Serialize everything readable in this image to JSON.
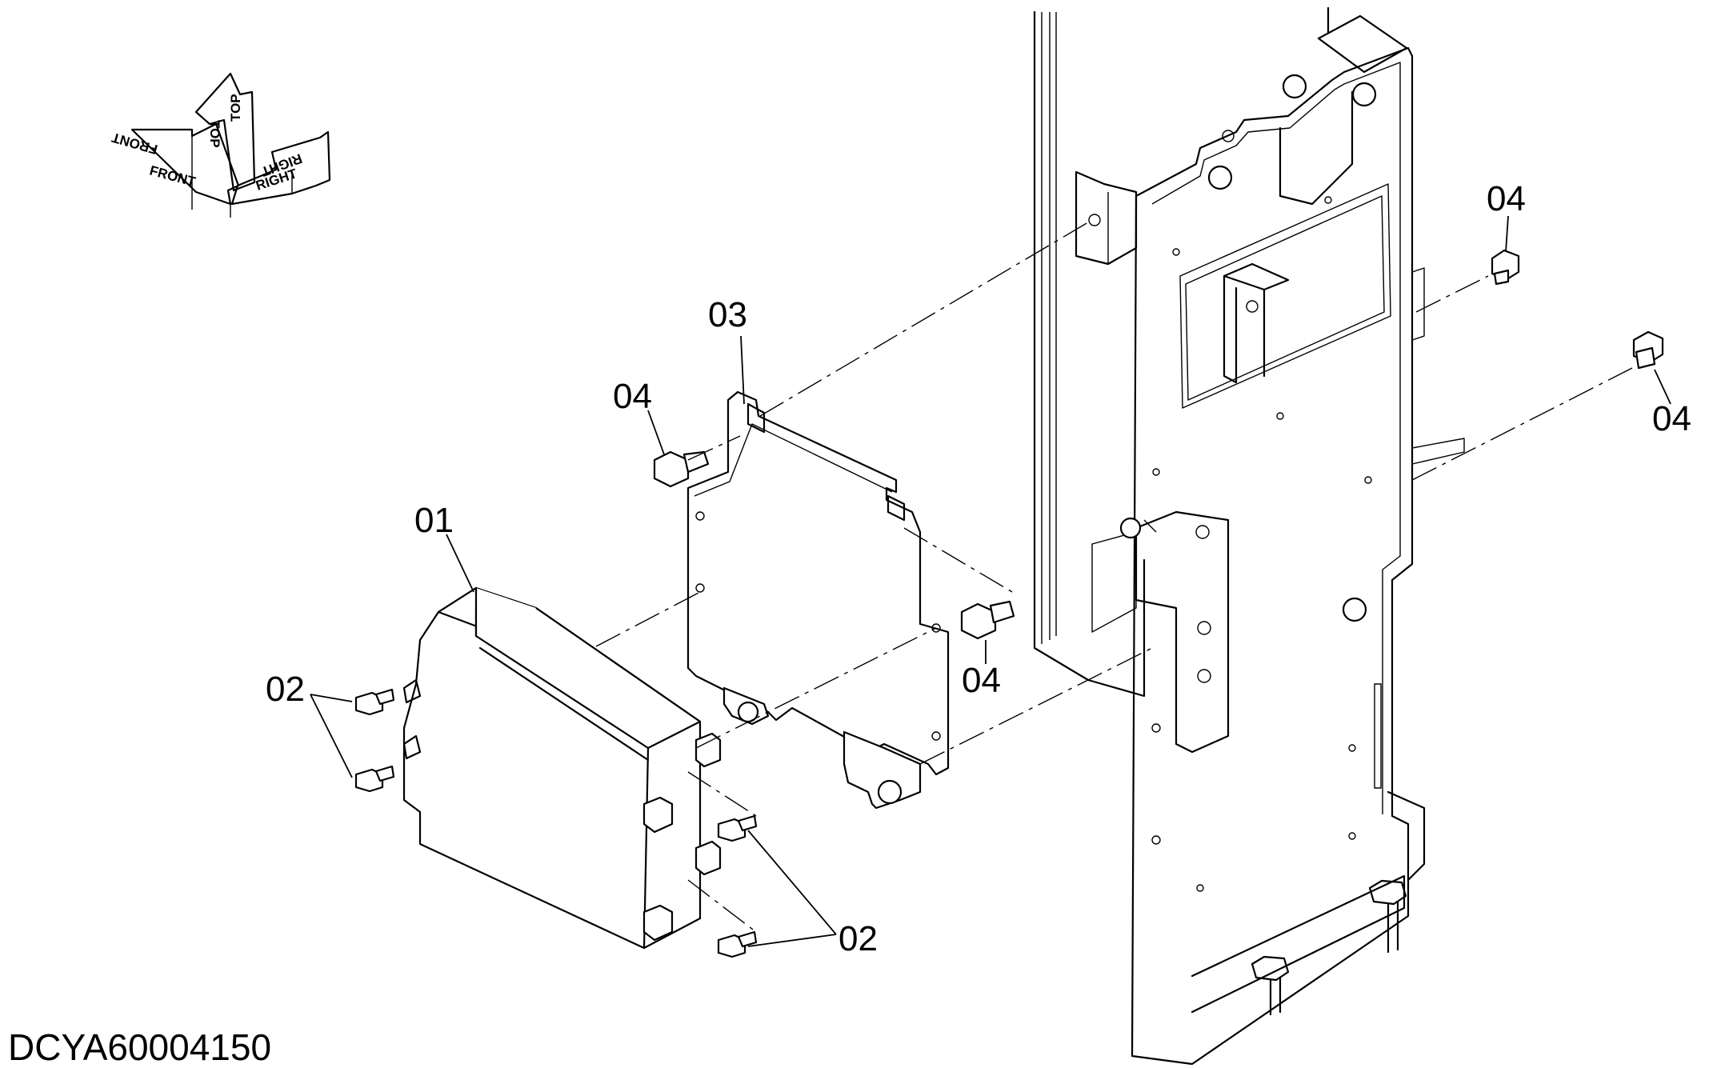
{
  "diagram": {
    "code": "DCYA60004150",
    "orientation": {
      "front": "FRONT",
      "top": "TOP",
      "right": "RIGHT"
    },
    "callouts": {
      "c01": "01",
      "c02_left": "02",
      "c02_bottom": "02",
      "c03": "03",
      "c04_left": "04",
      "c04_center": "04",
      "c04_top_right": "04",
      "c04_right": "04"
    }
  }
}
